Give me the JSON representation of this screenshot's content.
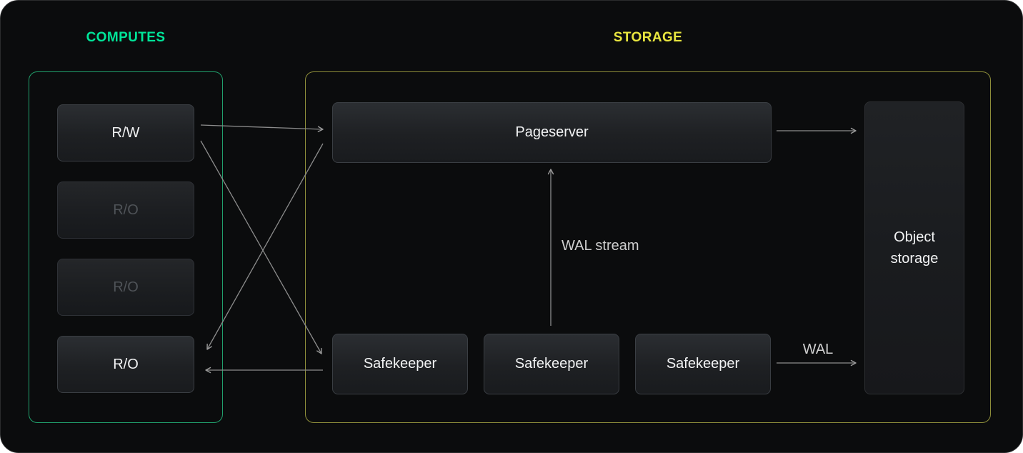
{
  "panel": {
    "bg": "#0b0c0d"
  },
  "computes": {
    "title": "COMPUTES",
    "accent": "#00e599",
    "nodes": [
      {
        "label": "R/W",
        "dimmed": false
      },
      {
        "label": "R/O",
        "dimmed": true
      },
      {
        "label": "R/O",
        "dimmed": true
      },
      {
        "label": "R/O",
        "dimmed": false
      }
    ]
  },
  "storage": {
    "title": "STORAGE",
    "accent": "#e9e63f",
    "pageserver": "Pageserver",
    "safekeepers": [
      "Safekeeper",
      "Safekeeper",
      "Safekeeper"
    ],
    "object_storage": "Object storage",
    "labels": {
      "wal_stream": "WAL stream",
      "wal": "WAL"
    }
  },
  "arrow_color": "#8c8c8c"
}
